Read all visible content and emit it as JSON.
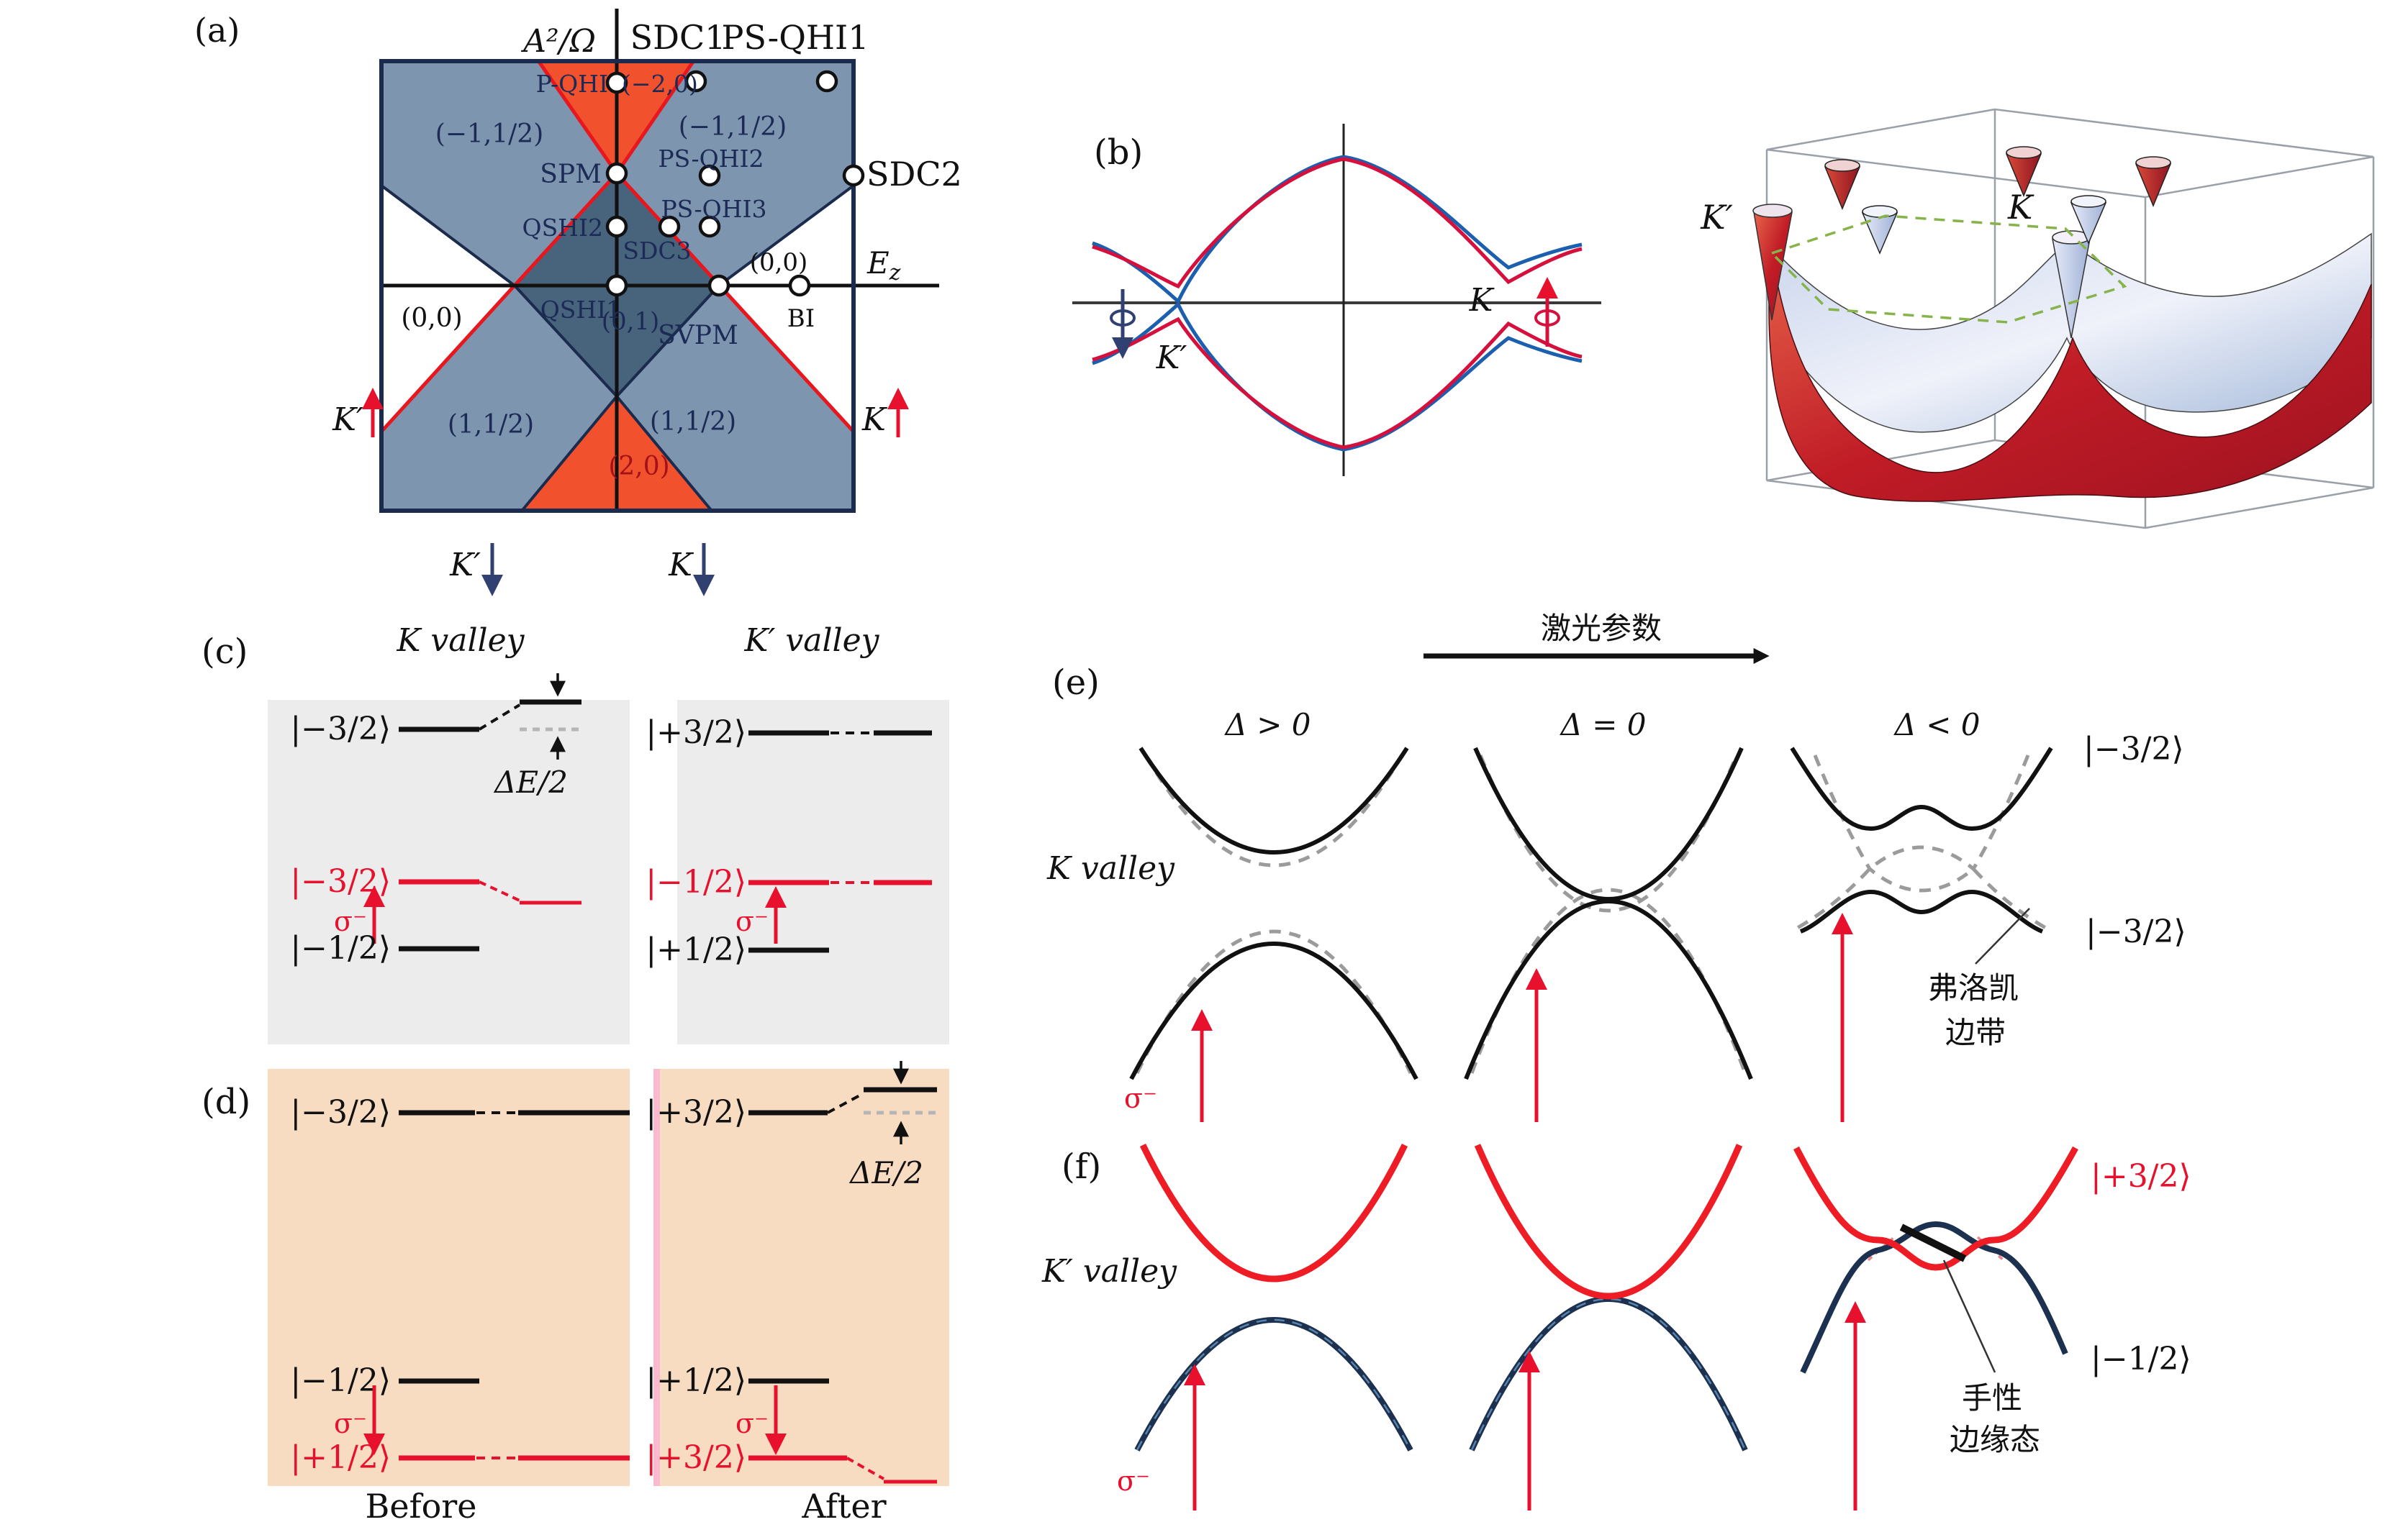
{
  "colors": {
    "region_gray_blue": "#7E95AF",
    "region_dark_steel": "#48637C",
    "region_orange": "#F2512E",
    "boundary_red": "#E8171E",
    "boundary_navy": "#1B2B4E",
    "panel_gray": "#ECECEC",
    "panel_peach": "#F8DCC2",
    "panel_pink_strip": "#F9B9CF",
    "arrow_red": "#E8112D",
    "arrow_navy": "#2F4071",
    "band_blue": "#1B5FAE",
    "band_red": "#D6103C",
    "floquet_dash_gray": "#9B9B9B",
    "f_navy_band": "#1C3150",
    "f_red_band": "#EE1C25",
    "bz_green": "#86B34A"
  },
  "a": {
    "tag": "(a)",
    "axis_y": "A²/Ω",
    "axis_x": "E",
    "axis_x_sub": "z",
    "sdc1": "SDC1",
    "psqhi1": "PS-QHI1",
    "pqhi": "P-QHI",
    "m20": "(−2,0)",
    "m112l": "(−1,1/2)",
    "m112r": "(−1,1/2)",
    "spm": "SPM",
    "psqhi2": "PS-QHI2",
    "sdc2": "SDC2",
    "qshi2": "QSHI2",
    "psqhi3": "PS-QHI3",
    "sdc3": "SDC3",
    "zz_r": "(0,0)",
    "qshi1": "QSHI1",
    "z1": "(0,1)",
    "svpm": "SVPM",
    "bi": "BI",
    "zz_l": "(0,0)",
    "p112l": "(1,1/2)",
    "p112r": "(1,1/2)",
    "p20": "(2,0)",
    "kp_up": "K′",
    "k_up": "K",
    "kp_dn": "K′",
    "k_dn": "K"
  },
  "b": {
    "tag": "(b)",
    "kp": "K′",
    "k": "K",
    "kp3d": "K′",
    "k3d": "K"
  },
  "c": {
    "tag": "(c)",
    "k_title": "K valley",
    "kp_title": "K′ valley",
    "m32": "|−3/2⟩",
    "de2": "ΔE/2",
    "m32r": "|−3/2⟩",
    "sig": "σ⁻",
    "m12": "|−1/2⟩",
    "p32": "|+3/2⟩",
    "m12r": "|−1/2⟩",
    "sig2": "σ⁻",
    "p12": "|+1/2⟩"
  },
  "d": {
    "tag": "(d)",
    "m32": "|−3/2⟩",
    "m12": "|−1/2⟩",
    "sig": "σ⁻",
    "p12r": "|+1/2⟩",
    "before": "Before",
    "p32": "|+3/2⟩",
    "de2": "ΔE/2",
    "p12": "|+1/2⟩",
    "sig2": "σ⁻",
    "p32r": "|+3/2⟩",
    "after": "After"
  },
  "e": {
    "tag": "(e)",
    "laser": "激光参数",
    "dpos": "Δ > 0",
    "dzero": "Δ = 0",
    "dneg": "Δ < 0",
    "kv": "K valley",
    "sig": "σ⁻",
    "m32t": "|−3/2⟩",
    "m32b": "|−3/2⟩",
    "fl1": "弗洛凯",
    "fl2": "边带"
  },
  "f": {
    "tag": "(f)",
    "kpv": "K′ valley",
    "sig": "σ⁻",
    "p32": "|+3/2⟩",
    "m12": "|−1/2⟩",
    "ch1": "手性",
    "ch2": "边缘态"
  }
}
